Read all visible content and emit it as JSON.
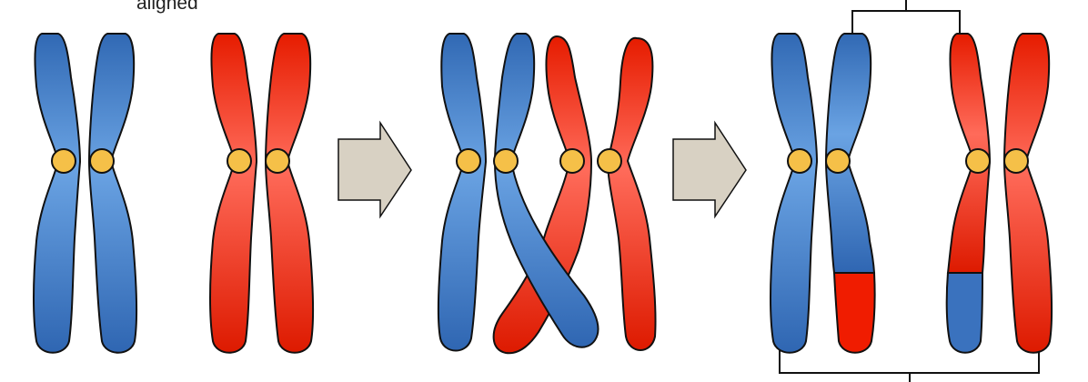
{
  "caption": "aligned",
  "colors": {
    "blue_dark": "#2f66b2",
    "blue_light": "#6aa3e3",
    "red_dark": "#e01a00",
    "red_light": "#ff6b5a",
    "centromere": "#f5c048",
    "arrow": "#d8d1c3",
    "outline": "#111111",
    "bracket": "#111111"
  },
  "stages": [
    {
      "name": "homologous-pair",
      "chromosomes": [
        "blue",
        "red"
      ]
    },
    {
      "name": "crossing-over",
      "chromosomes": [
        "blue",
        "red"
      ]
    },
    {
      "name": "recombinant",
      "chromosomes": [
        "blue-with-red-tip",
        "red-with-blue-tip"
      ]
    }
  ],
  "icons": [
    "right-arrow-icon",
    "right-arrow-icon"
  ]
}
